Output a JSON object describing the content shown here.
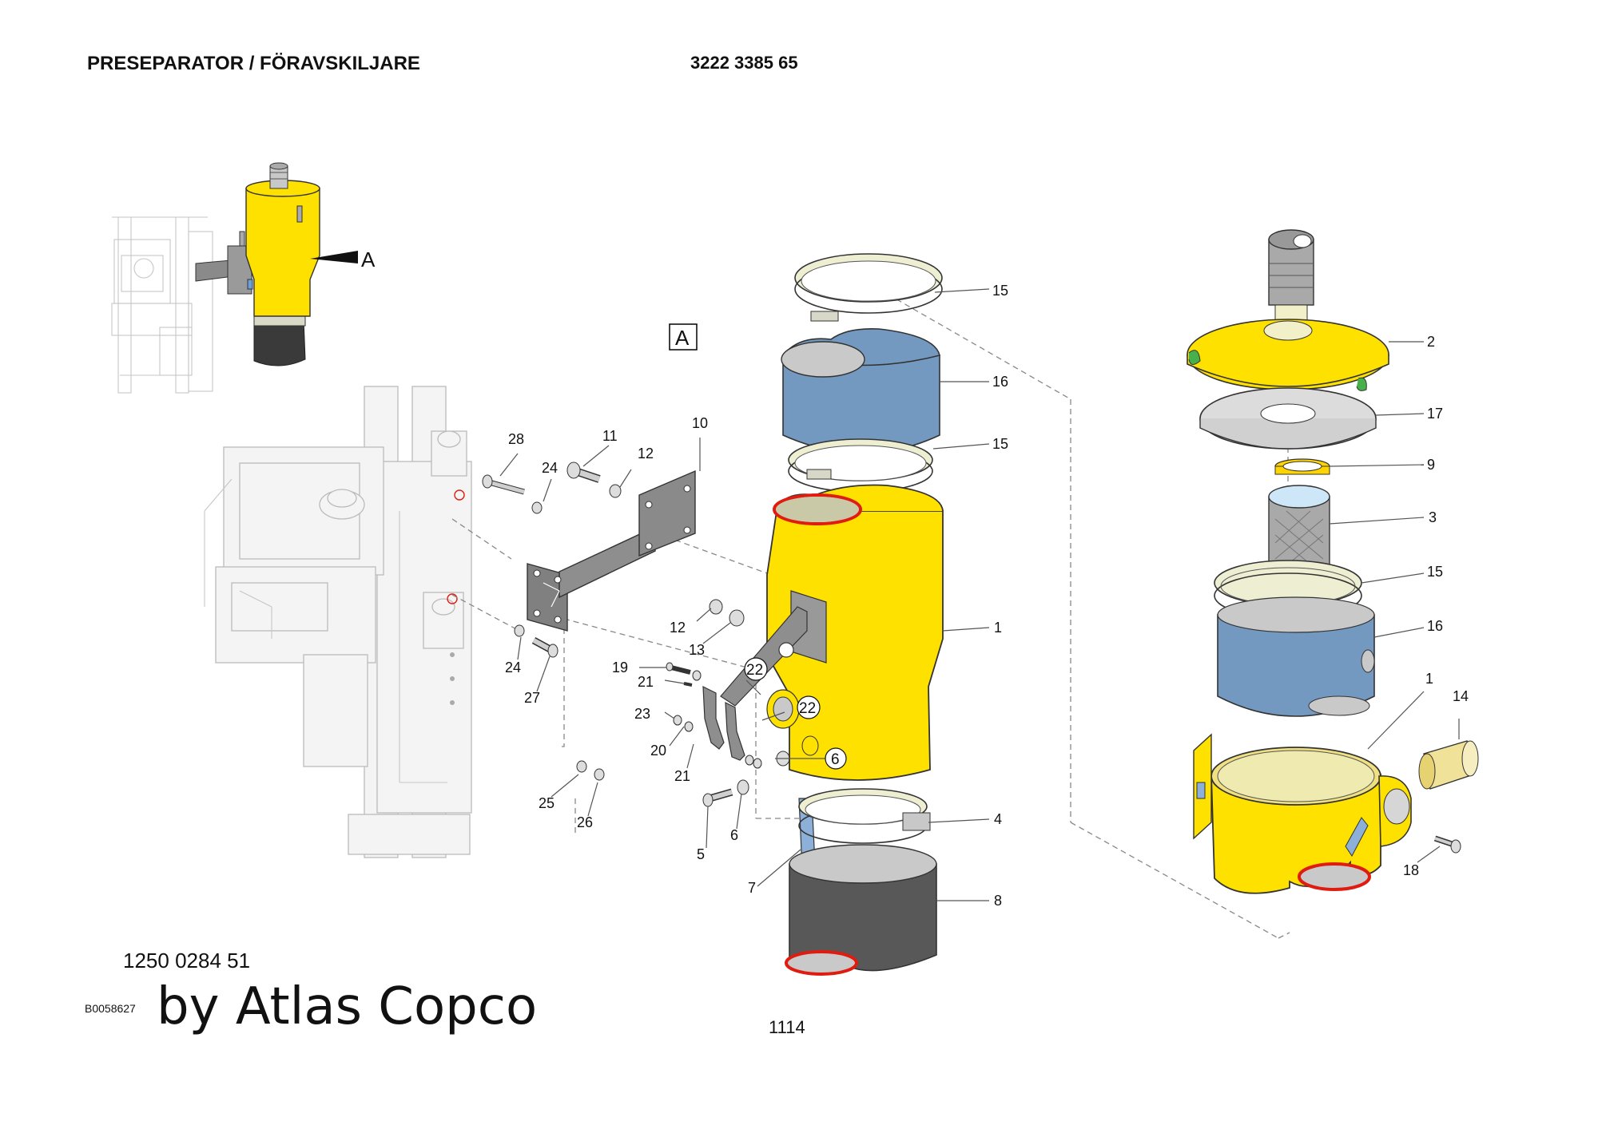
{
  "header": {
    "title": "PRESEPARATOR / FÖRAVSKILJARE",
    "part_number": "3222 3385 65"
  },
  "view_marker": {
    "overview_arrow_label": "A",
    "view_box_label": "A"
  },
  "callouts": {
    "c15_top": "15",
    "c16_mid": "16",
    "c15_mid": "15",
    "c1_mid": "1",
    "c4": "4",
    "c8": "8",
    "c7": "7",
    "c5": "5",
    "c6_low": "6",
    "c6_circ": "6",
    "c22_a": "22",
    "c22_b": "22",
    "c28": "28",
    "c24_top": "24",
    "c11": "11",
    "c12_top": "12",
    "c10": "10",
    "c12_mid": "12",
    "c13": "13",
    "c19": "19",
    "c21_a": "21",
    "c23": "23",
    "c20": "20",
    "c21_b": "21",
    "c24_low": "24",
    "c27": "27",
    "c25": "25",
    "c26": "26",
    "r2": "2",
    "r17": "17",
    "r9": "9",
    "r3": "3",
    "r15": "15",
    "r16": "16",
    "r1": "1",
    "r14": "14",
    "r18": "18"
  },
  "footer": {
    "drawing_number": "1250 0284 51",
    "image_code": "B0058627",
    "watermark": "by Atlas Copco",
    "page_number": "1114"
  },
  "colors": {
    "yellow": "#ffe100",
    "blue": "#7499c0",
    "clamp": "#eeeed2",
    "bracket": "#888888",
    "hose": "#585858",
    "red_edge": "#e01c10",
    "ghost_frame": "#d0d0d0"
  }
}
